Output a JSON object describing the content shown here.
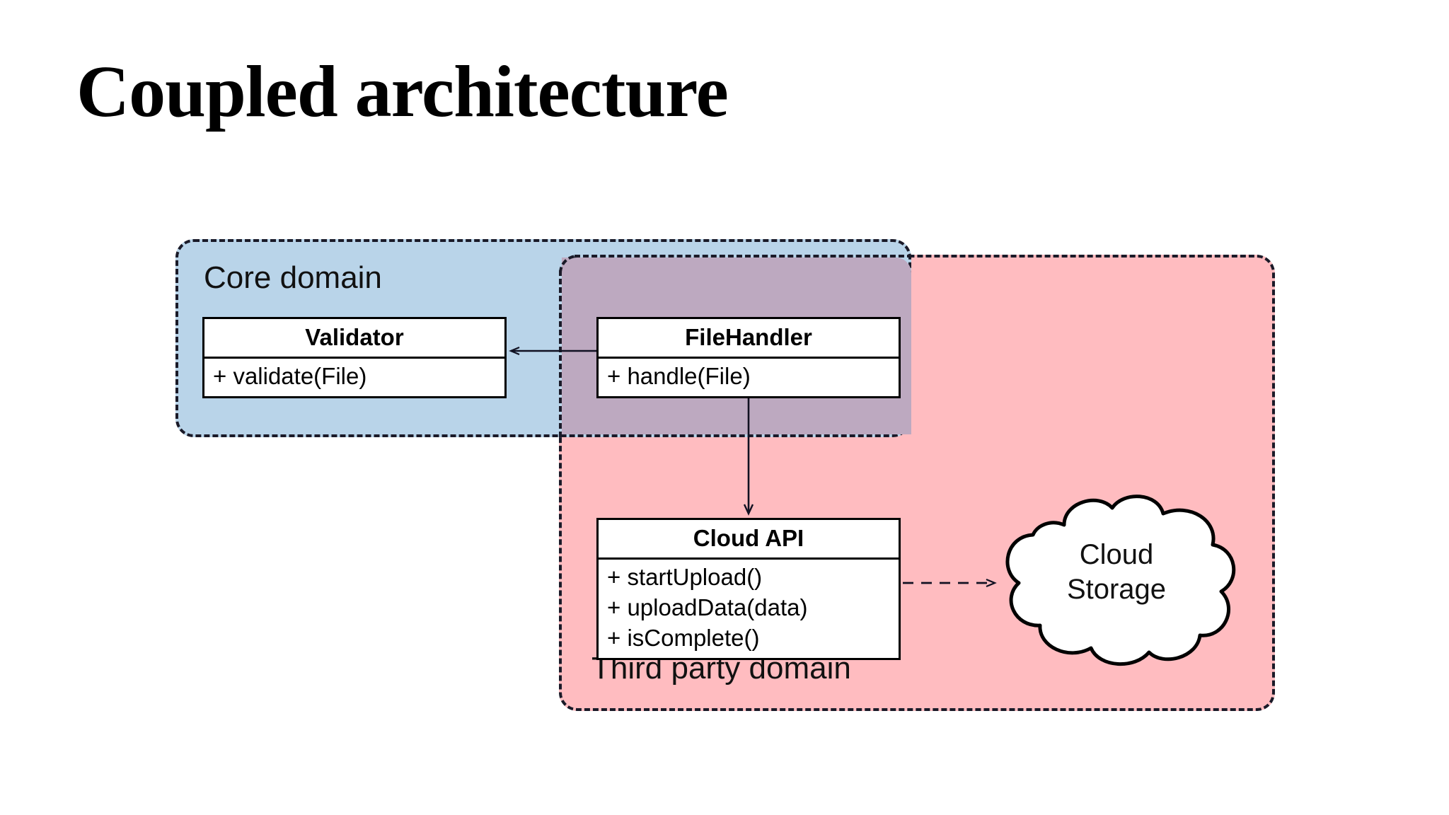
{
  "slide": {
    "title": "Coupled architecture"
  },
  "diagram": {
    "type": "uml-class-diagram",
    "regions": [
      {
        "id": "core-domain",
        "label": "Core domain",
        "color": "#b9d4e9",
        "border_style": "dashed",
        "border_color": "#1a1a28"
      },
      {
        "id": "third-party-domain",
        "label": "Third party domain",
        "color": "#ffbcc0",
        "border_style": "dashed",
        "border_color": "#1a1a28"
      }
    ],
    "overlap_color": "#bda9c0",
    "classes": [
      {
        "id": "validator",
        "name": "Validator",
        "members": [
          "+ validate(File)"
        ],
        "region": "core-domain"
      },
      {
        "id": "filehandler",
        "name": "FileHandler",
        "members": [
          "+ handle(File)"
        ],
        "region": "core-domain/third-party-domain overlap"
      },
      {
        "id": "cloud-api",
        "name": "Cloud API",
        "members": [
          "+ startUpload()",
          "+ uploadData(data)",
          "+ isComplete()"
        ],
        "region": "third-party-domain"
      }
    ],
    "nodes": [
      {
        "id": "cloud-storage",
        "shape": "cloud",
        "label_lines": [
          "Cloud",
          "Storage"
        ],
        "label": "Cloud Storage",
        "fill": "#ffffff",
        "stroke": "#000000",
        "region": "third-party-domain"
      }
    ],
    "connectors": [
      {
        "id": "filehandler-to-validator",
        "from": "filehandler",
        "to": "validator",
        "style": "solid",
        "arrowhead": "open",
        "direction": "left"
      },
      {
        "id": "filehandler-to-cloud-api",
        "from": "filehandler",
        "to": "cloud-api",
        "style": "solid",
        "arrowhead": "open",
        "direction": "down"
      },
      {
        "id": "cloud-api-to-cloud-storage",
        "from": "cloud-api",
        "to": "cloud-storage",
        "style": "dashed",
        "arrowhead": "open",
        "direction": "right"
      }
    ]
  }
}
